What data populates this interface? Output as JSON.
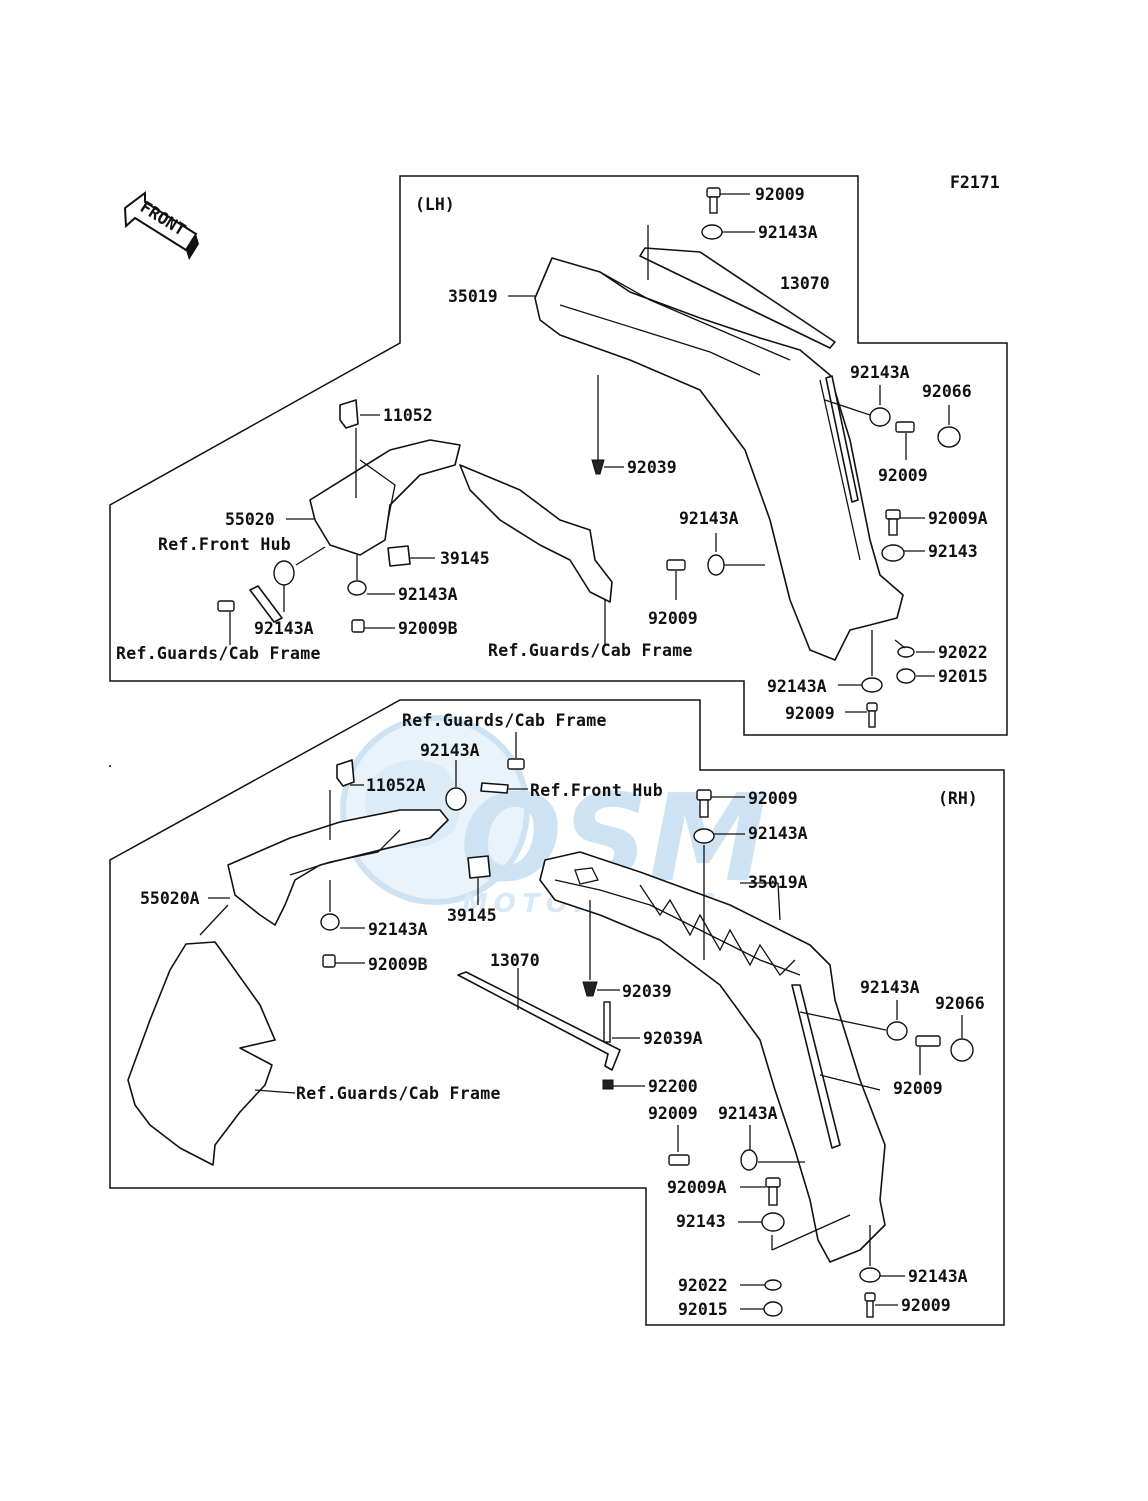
{
  "figure_code": "F2171",
  "front_arrow": {
    "text": "FRONT",
    "icon": "front-arrow-icon"
  },
  "watermark": {
    "brand": "OSM",
    "sub": "MOTORPARTS",
    "color": "#7fb8e6"
  },
  "lh": {
    "tag": "(LH)",
    "labels": {
      "p92009_top": "92009",
      "p92143A_top": "92143A",
      "p13070": "13070",
      "p35019": "35019",
      "p92143A_right": "92143A",
      "p92066": "92066",
      "p92009_right": "92009",
      "p11052": "11052",
      "p92039": "92039",
      "p92143A_mid": "92143A",
      "p92009A": "92009A",
      "p55020": "55020",
      "ref_front_hub": "Ref.Front Hub",
      "p39145": "39145",
      "p92143": "92143",
      "p92143A_bracket": "92143A",
      "p92143A_left": "92143A",
      "p92009B": "92009B",
      "p92009_mid": "92009",
      "ref_guards_left": "Ref.Guards/Cab Frame",
      "ref_guards_mid": "Ref.Guards/Cab Frame",
      "p92022": "92022",
      "p92015": "92015",
      "p92143A_bottom": "92143A",
      "p92009_bottom": "92009"
    }
  },
  "rh": {
    "tag": "(RH)",
    "labels": {
      "ref_guards_top": "Ref.Guards/Cab Frame",
      "p92143A_top": "92143A",
      "p11052A": "11052A",
      "ref_front_hub": "Ref.Front Hub",
      "p92009_top": "92009",
      "p92143A_2": "92143A",
      "p35019A": "35019A",
      "p55020A": "55020A",
      "p39145": "39145",
      "p92143A_left": "92143A",
      "p92009B": "92009B",
      "p13070": "13070",
      "p92039": "92039",
      "p92143A_right": "92143A",
      "p92066": "92066",
      "p92039A": "92039A",
      "p92009_right": "92009",
      "p92200": "92200",
      "ref_guards_bottom": "Ref.Guards/Cab Frame",
      "p92009_mid": "92009",
      "p92143A_mid": "92143A",
      "p92009A": "92009A",
      "p92143": "92143",
      "p92022": "92022",
      "p92143A_bottom": "92143A",
      "p92015": "92015",
      "p92009_bottom": "92009"
    }
  }
}
